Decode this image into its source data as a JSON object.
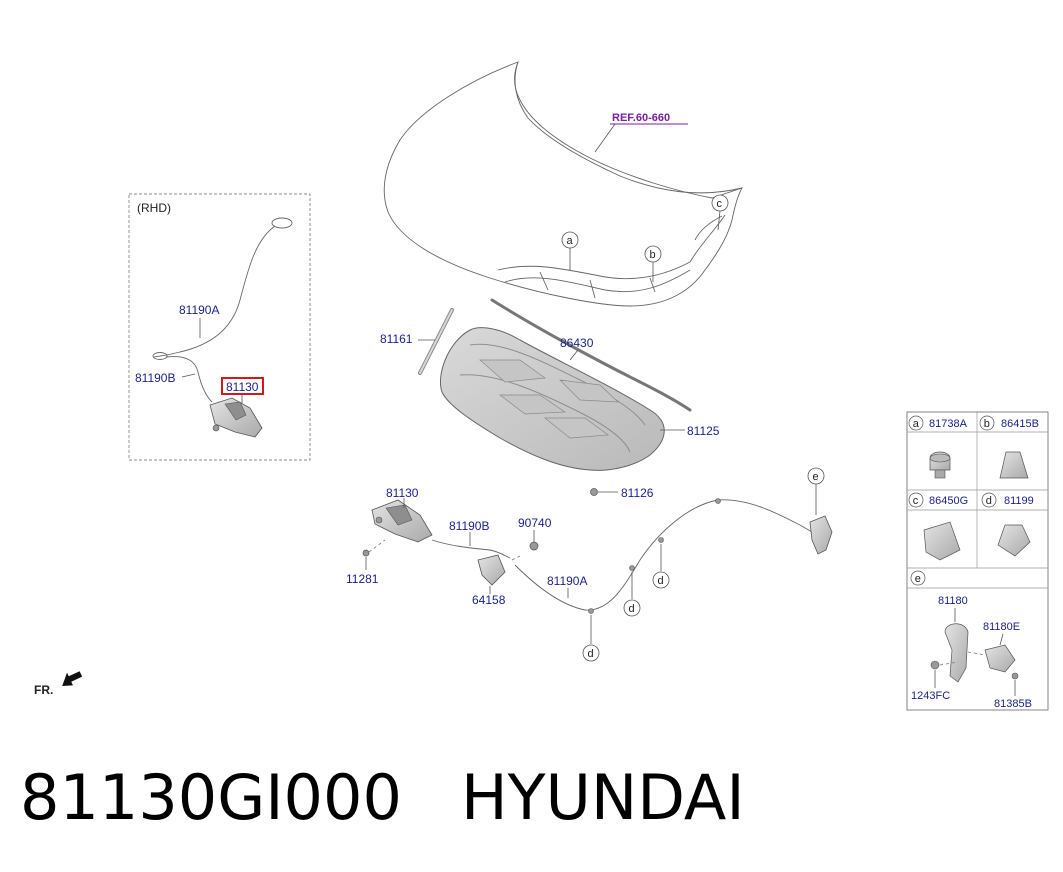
{
  "rhd_label": "(RHD)",
  "ref_label": "REF.60-660",
  "fr_label": "FR.",
  "callouts": {
    "a": "a",
    "b": "b",
    "c": "c",
    "d": "d",
    "e": "e"
  },
  "rhd_parts": {
    "cable_a": "81190A",
    "cable_b": "81190B",
    "latch_highlight": "81130"
  },
  "main_parts": {
    "stay_rod": "81161",
    "weatherstrip": "86430",
    "insulator": "81125",
    "clip": "81126",
    "latch": "81130",
    "bolt": "11281",
    "cable_b": "81190B",
    "grommet": "90740",
    "handle": "64158",
    "cable_a": "81190A"
  },
  "legend": {
    "a_part": "81738A",
    "b_part": "86415B",
    "c_part": "86450G",
    "d_part": "81199",
    "e_part_handle": "81180",
    "e_part_bracket": "81180E",
    "e_part_screw": "1243FC",
    "e_part_clip": "81385B"
  },
  "caption": {
    "part_number": "81130GI000",
    "brand": "HYUNDAI"
  },
  "colors": {
    "part_text": "#1a1f8a",
    "ref_text": "#7a1fa0",
    "highlight": "#d11a1a"
  }
}
